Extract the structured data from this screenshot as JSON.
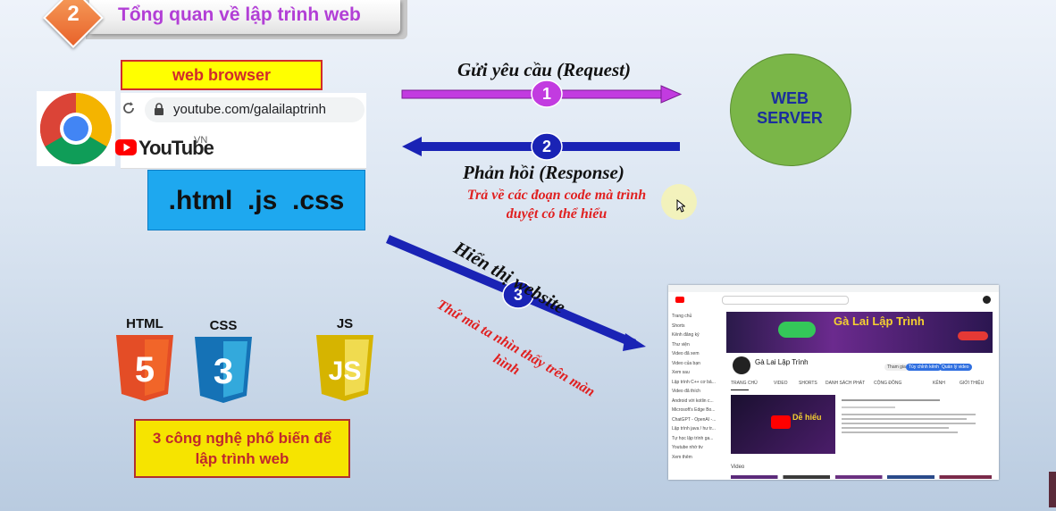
{
  "header": {
    "number": "2",
    "title": "Tổng quan về lập trình web"
  },
  "browser": {
    "label": "web browser",
    "url": "youtube.com/galailaptrinh",
    "site_logo": "YouTube",
    "site_region": "VN",
    "files": ".html  .js  .css"
  },
  "server": {
    "line1": "WEB",
    "line2": "SERVER"
  },
  "steps": [
    {
      "number": "1",
      "label": "Gửi yêu cầu (Request)"
    },
    {
      "number": "2",
      "label": "Phản hồi (Response)",
      "desc_line1": "Trả về các đoạn code mà trình",
      "desc_line2": "duyệt có thể hiểu"
    },
    {
      "number": "3",
      "label": "Hiển thị website",
      "desc_line1": "Thứ mà ta nhìn thấy trên màn",
      "desc_line2": "hình"
    }
  ],
  "technologies": {
    "html": "HTML",
    "css": "CSS",
    "js": "JS",
    "html_num": "5",
    "css_num": "3",
    "js_num": "JS",
    "caption_line1": "3 công nghệ phổ biến để",
    "caption_line2": "lập trình web"
  },
  "screenshot": {
    "banner_title": "Gà Lai Lập Trình",
    "channel_name": "Gà Lai Lập Trình",
    "sidebar_items": [
      "Trang chủ",
      "Shorts",
      "Kênh đăng ký",
      "Thư viện",
      "Video đã xem",
      "Video của bạn",
      "Xem sau",
      "Lập trình C++ cơ bả...",
      "Video đã thích",
      "Android với kotlin c...",
      "Microsoft's Edge Bo...",
      "ChatGPT - OpenAI -...",
      "Lập trình java / hư tr...",
      "Tự học lập trình ga...",
      "Youtube nhờ tiv",
      "Xem thêm"
    ],
    "tabs": [
      "TRANG CHỦ",
      "VIDEO",
      "SHORTS",
      "DANH SÁCH PHÁT",
      "CỘNG ĐỒNG",
      "KÊNH",
      "GIỚI THIỆU"
    ],
    "buttons": [
      "Tham gia",
      "Tùy chỉnh kênh",
      "Quản lý video"
    ],
    "thumb_caption": "Dễ hiểu",
    "section": "Video"
  },
  "colors": {
    "accent_purple": "#b23fd6",
    "request_arrow": "#c23be0",
    "response_arrow": "#1a23b5",
    "server_green": "#7ab648",
    "file_blue": "#1ea8ef"
  }
}
